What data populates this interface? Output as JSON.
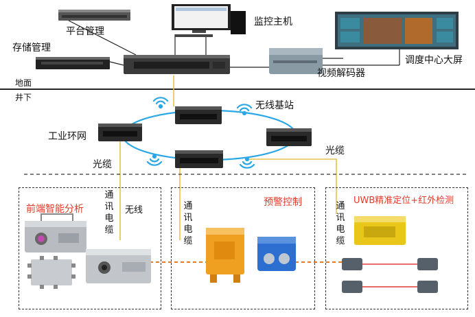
{
  "labels": {
    "platform_mgmt": "平台管理",
    "storage_mgmt": "存储管理",
    "monitor_host": "监控主机",
    "video_decoder": "视频解码器",
    "dispatch_screen": "调度中心大屏",
    "ground": "地面",
    "underground": "井下",
    "wireless_bs": "无线基站",
    "industrial_ring": "工业环网",
    "fiber_left": "光缆",
    "fiber_right": "光缆"
  },
  "zones": {
    "front_analysis": {
      "title": "前端智能分析",
      "cable": "通讯电缆",
      "wireless": "无线"
    },
    "alarm_control": {
      "title": "预警控制",
      "cable": "通讯电缆"
    },
    "uwb": {
      "title": "UWB精准定位+红外检测",
      "cable": "通讯电缆"
    }
  },
  "colors": {
    "ring": "#2aa7e6",
    "wifi": "#2aa7e6",
    "fiber": "#e8c24a",
    "link_orange": "#e8781e",
    "ir_beam": "#e03a3a",
    "title_red": "#e23b2a"
  }
}
